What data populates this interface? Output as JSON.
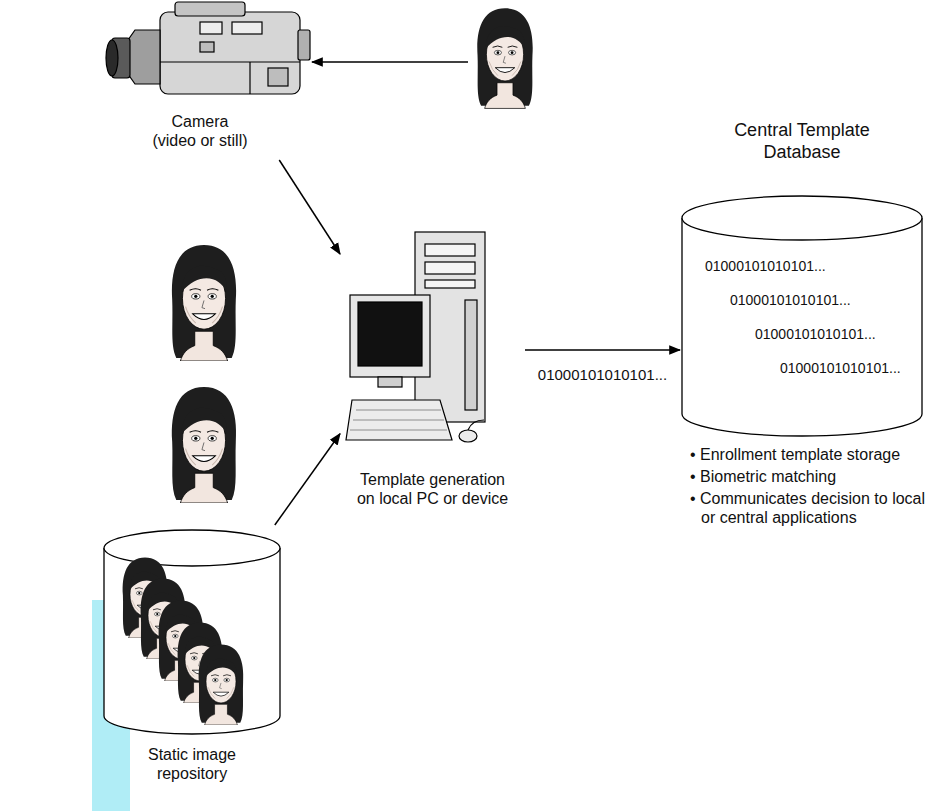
{
  "diagram": {
    "nodes": [
      {
        "text": [
          "Camera (video or still)"
        ]
      },
      {
        "text": [
          "Template generation on local PC or device"
        ]
      },
      {
        "text": [
          "Static image repository"
        ]
      },
      {
        "text": [
          "Central Template Database",
          "01000101010101...",
          "01000101010101...",
          "01000101010101...",
          "01000101010101...",
          "• Enrollment template storage",
          "• Biometric matching",
          "• Communicates decision to local or central applications"
        ]
      }
    ],
    "edges": [
      {
        "from": 0,
        "to": 1,
        "arrow": "to"
      },
      {
        "from": 2,
        "to": 1,
        "arrow": "to"
      },
      {
        "from": 1,
        "to": 3,
        "label": "01000101010101...",
        "arrow": "to"
      }
    ]
  }
}
